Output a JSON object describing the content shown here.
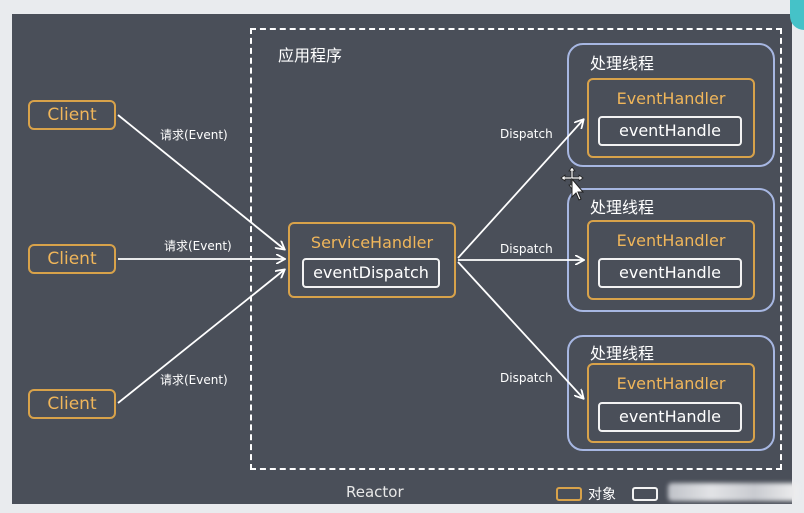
{
  "application_label": "应用程序",
  "reactor_label": "Reactor",
  "clients": [
    "Client",
    "Client",
    "Client"
  ],
  "request_labels": [
    "请求(Event)",
    "请求(Event)",
    "请求(Event)"
  ],
  "service_handler": {
    "title": "ServiceHandler",
    "method": "eventDispatch"
  },
  "dispatch_labels": [
    "Dispatch",
    "Dispatch",
    "Dispatch"
  ],
  "threads": [
    {
      "title": "处理线程",
      "handler": "EventHandler",
      "method": "eventHandle"
    },
    {
      "title": "处理线程",
      "handler": "EventHandler",
      "method": "eventHandle"
    },
    {
      "title": "处理线程",
      "handler": "EventHandler",
      "method": "eventHandle"
    }
  ],
  "legend": {
    "object_label": "对象"
  },
  "colors": {
    "object": "#d8a24a",
    "method": "#f2f2f2",
    "thread": "#a7b7e2",
    "background": "#4a4f59"
  }
}
